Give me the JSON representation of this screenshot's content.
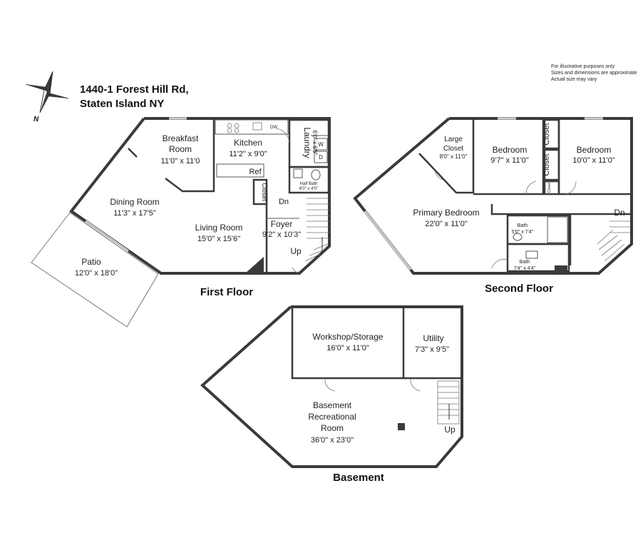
{
  "address": {
    "line1": "1440-1 Forest Hill Rd,",
    "line2": "Staten Island NY"
  },
  "compass": {
    "north_label": "N"
  },
  "disclaimer": [
    "For illustrative purposes only",
    "Sizes and dimensions are approximate",
    "Actual size may vary"
  ],
  "first_floor": {
    "title": "First Floor",
    "rooms": [
      {
        "name": "Breakfast",
        "name2": "Room",
        "dim": "11'0\" x 11'0"
      },
      {
        "name": "Kitchen",
        "dim": "11'2\" x 9'0\""
      },
      {
        "name": "Laundry",
        "dim": "6'0\" x 6'9\""
      },
      {
        "name": "Dining Room",
        "dim": "11'3\" x 17'5\""
      },
      {
        "name": "Living Room",
        "dim": "15'0\" x 15'6\""
      },
      {
        "name": "Foyer",
        "dim": "9'2\" x 10'3\""
      },
      {
        "name": "Patio",
        "dim": "12'0\" x 18'0\""
      },
      {
        "name": "Half Bath",
        "dim": "6'0\" x 4'0\""
      }
    ],
    "labels": {
      "closet": "Closet",
      "ref": "Ref",
      "dn": "Dn",
      "up": "Up",
      "dw": "DW",
      "w": "W",
      "d": "D"
    }
  },
  "second_floor": {
    "title": "Second Floor",
    "rooms": [
      {
        "name": "Large",
        "name2": "Closet",
        "dim": "8'0\" x 11'0\""
      },
      {
        "name": "Bedroom",
        "dim": "9'7\" x 11'0\""
      },
      {
        "name": "Bedroom",
        "dim": "10'0\" x 11'0\""
      },
      {
        "name": "Primary Bedroom",
        "dim": "22'0\" x 11'0\""
      },
      {
        "name": "Bath",
        "dim": "5'0\" x 7'4\""
      },
      {
        "name": "Bath",
        "dim": "7'4\" x 4'4\""
      }
    ],
    "labels": {
      "closet": "Closet",
      "closet_small": "Closet",
      "dn": "Dn"
    }
  },
  "basement": {
    "title": "Basement",
    "rooms": [
      {
        "name": "Workshop/Storage",
        "dim": "16'0\" x 11'0\""
      },
      {
        "name": "Utility",
        "dim": "7'3\" x 9'5\""
      },
      {
        "name": "Basement",
        "name2": "Recreational",
        "name3": "Room",
        "dim": "36'0\" x 23'0\""
      }
    ],
    "labels": {
      "up": "Up"
    }
  }
}
